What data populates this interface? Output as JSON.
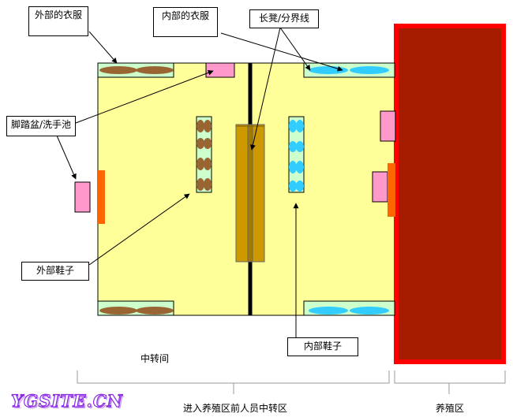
{
  "colors": {
    "transfer_room_fill": "#ffff99",
    "breeding_fill": "#a61c00",
    "breeding_border": "#ff0000",
    "outer_clothes": "#996633",
    "inner_clothes": "#33ccff",
    "rack_fill": "#ccffcc",
    "basin_pink": "#ff99cc",
    "door_orange": "#ff6600",
    "bench_fill": "#cc9900",
    "divider": "#000000",
    "watermark": "#8a2be2"
  },
  "labels": {
    "outer_clothes": "外部的衣服",
    "inner_clothes": "内部的衣服",
    "bench_divider": "长凳/分界线",
    "basin": "脚踏盆/洗手池",
    "outer_shoes": "外部鞋子",
    "inner_shoes": "内部鞋子"
  },
  "zones": {
    "transfer_room": "中转间",
    "pre_entry_area": "进入养殖区前人员中转区",
    "breeding_area": "养殖区"
  },
  "watermark": "YGSITE.CN"
}
